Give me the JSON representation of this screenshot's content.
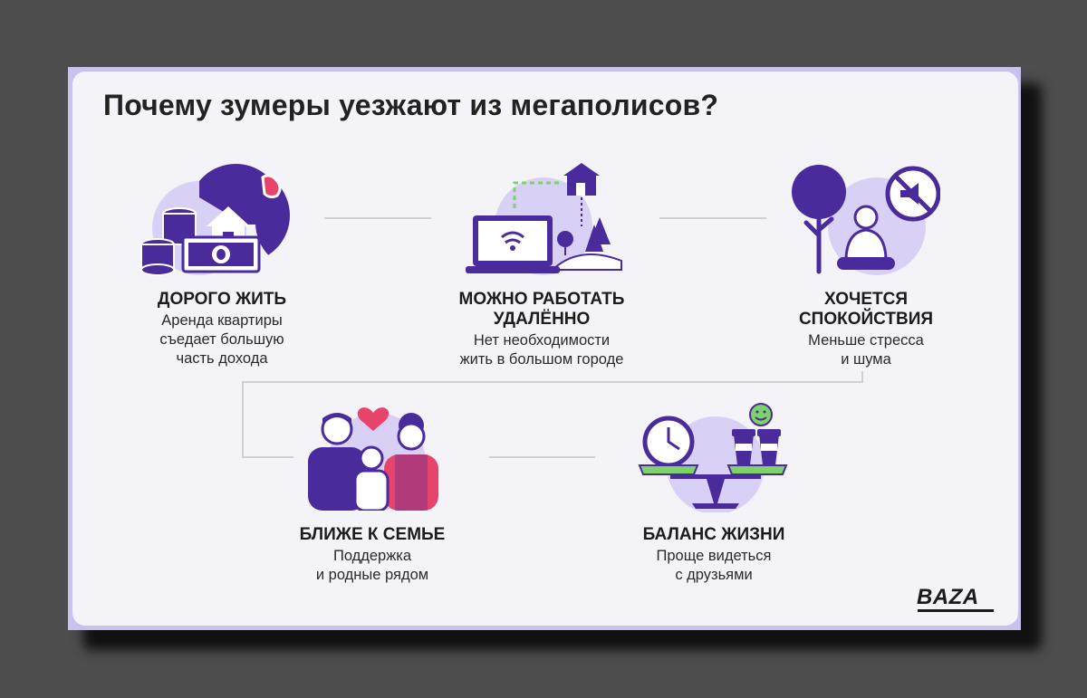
{
  "title": "Почему зумеры уезжают из мегаполисов?",
  "colors": {
    "accent": "#4a2b9b",
    "light": "#d9d1f5",
    "green": "#7fd26a",
    "pink": "#e8436a"
  },
  "items": [
    {
      "heading": "ДОРОГО ЖИТЬ",
      "line1": "Аренда квартиры",
      "line2": "съедает большую",
      "line3": "часть дохода",
      "icon": "money-house-icon"
    },
    {
      "heading1": "МОЖНО РАБОТАТЬ",
      "heading2": "УДАЛЁННО",
      "line1": "Нет необходимости",
      "line2": "жить в большом городе",
      "icon": "laptop-remote-icon"
    },
    {
      "heading1": "ХОЧЕТСЯ",
      "heading2": "СПОКОЙСТВИЯ",
      "line1": "Меньше стресса",
      "line2": "и шума",
      "icon": "meditation-icon"
    },
    {
      "heading": "БЛИЖЕ К СЕМЬЕ",
      "line1": "Поддержка",
      "line2": "и родные рядом",
      "icon": "family-icon"
    },
    {
      "heading": "БАЛАНС ЖИЗНИ",
      "line1": "Проще видеться",
      "line2": "с друзьями",
      "icon": "balance-scale-icon"
    }
  ],
  "logo": "BAZA"
}
